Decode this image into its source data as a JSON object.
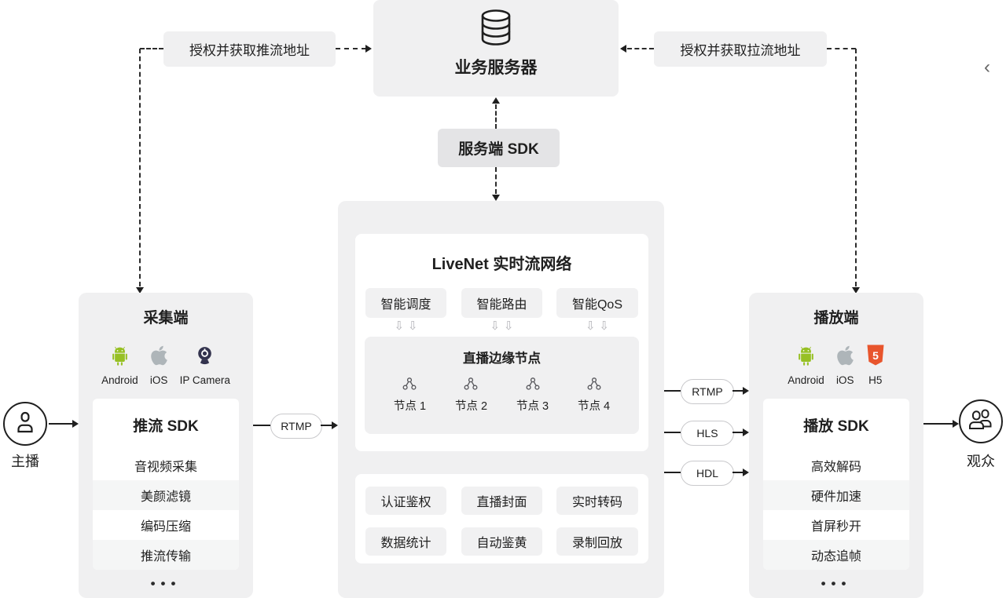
{
  "server": {
    "title": "业务服务器"
  },
  "server_sdk": {
    "label": "服务端 SDK"
  },
  "auth_push": {
    "label": "授权并获取推流地址"
  },
  "auth_pull": {
    "label": "授权并获取拉流地址"
  },
  "livenet": {
    "title": "LiveNet 实时流网络",
    "smart_boxes": [
      "智能调度",
      "智能路由",
      "智能QoS"
    ],
    "edge": {
      "title": "直播边缘节点",
      "nodes": [
        "节点 1",
        "节点 2",
        "节点 3",
        "节点 4"
      ]
    },
    "features": [
      "认证鉴权",
      "直播封面",
      "实时转码",
      "数据统计",
      "自动鉴黄",
      "录制回放"
    ]
  },
  "capture": {
    "title": "采集端",
    "platforms": [
      "Android",
      "iOS",
      "IP Camera"
    ],
    "sdk_label": "推流 SDK",
    "features": [
      "音视频采集",
      "美颜滤镜",
      "编码压缩",
      "推流传输"
    ],
    "more": "•••"
  },
  "player": {
    "title": "播放端",
    "platforms": [
      "Android",
      "iOS",
      "H5"
    ],
    "sdk_label": "播放 SDK",
    "features": [
      "高效解码",
      "硬件加速",
      "首屏秒开",
      "动态追帧"
    ],
    "more": "•••"
  },
  "anchor": {
    "label": "主播"
  },
  "audience": {
    "label": "观众"
  },
  "protocols": {
    "push": "RTMP",
    "pull": [
      "RTMP",
      "HLS",
      "HDL"
    ]
  },
  "nav": {
    "prev": "‹"
  },
  "colors": {
    "panel": "#F0F0F1",
    "android_green": "#97C024",
    "apple_gray": "#AEB5B9",
    "camera_navy": "#33334E",
    "h5_orange": "#E8552D"
  }
}
